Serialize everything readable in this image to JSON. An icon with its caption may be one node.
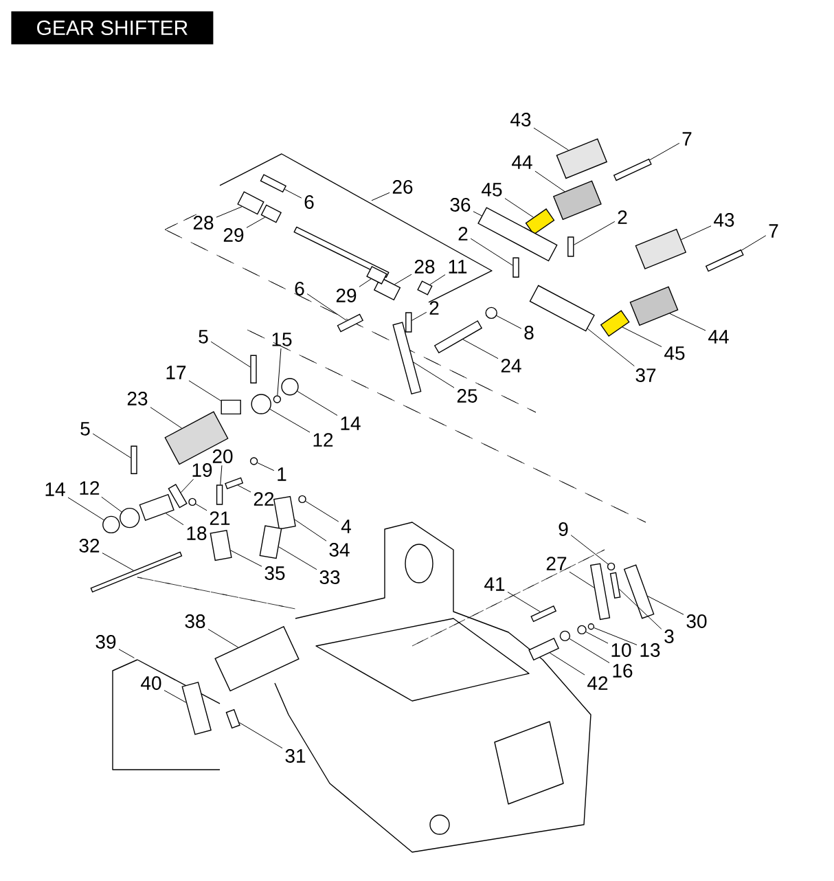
{
  "diagram": {
    "title": "GEAR SHIFTER",
    "nodes": [
      {
        "text": [
          "26"
        ]
      },
      {
        "text": [
          "6"
        ]
      },
      {
        "text": [
          "28"
        ]
      },
      {
        "text": [
          "29"
        ]
      },
      {
        "text": [
          "28"
        ]
      },
      {
        "text": [
          "11"
        ]
      },
      {
        "text": [
          "29"
        ]
      },
      {
        "text": [
          "6"
        ]
      },
      {
        "text": [
          "2"
        ]
      },
      {
        "text": [
          "43"
        ]
      },
      {
        "text": [
          "7"
        ]
      },
      {
        "text": [
          "44"
        ]
      },
      {
        "text": [
          "45"
        ]
      },
      {
        "text": [
          "36"
        ]
      },
      {
        "text": [
          "2"
        ]
      },
      {
        "text": [
          "2"
        ]
      },
      {
        "text": [
          "43"
        ]
      },
      {
        "text": [
          "7"
        ]
      },
      {
        "text": [
          "8"
        ]
      },
      {
        "text": [
          "44"
        ]
      },
      {
        "text": [
          "45"
        ]
      },
      {
        "text": [
          "24"
        ]
      },
      {
        "text": [
          "37"
        ]
      },
      {
        "text": [
          "25"
        ]
      },
      {
        "text": [
          "5"
        ]
      },
      {
        "text": [
          "15"
        ]
      },
      {
        "text": [
          "17"
        ]
      },
      {
        "text": [
          "23"
        ]
      },
      {
        "text": [
          "14"
        ]
      },
      {
        "text": [
          "12"
        ]
      },
      {
        "text": [
          "5"
        ]
      },
      {
        "text": [
          "1"
        ]
      },
      {
        "text": [
          "20"
        ]
      },
      {
        "text": [
          "19"
        ]
      },
      {
        "text": [
          "14"
        ]
      },
      {
        "text": [
          "12"
        ]
      },
      {
        "text": [
          "22"
        ]
      },
      {
        "text": [
          "21"
        ]
      },
      {
        "text": [
          "4"
        ]
      },
      {
        "text": [
          "18"
        ]
      },
      {
        "text": [
          "34"
        ]
      },
      {
        "text": [
          "32"
        ]
      },
      {
        "text": [
          "35"
        ]
      },
      {
        "text": [
          "33"
        ]
      },
      {
        "text": [
          "9"
        ]
      },
      {
        "text": [
          "27"
        ]
      },
      {
        "text": [
          "41"
        ]
      },
      {
        "text": [
          "30"
        ]
      },
      {
        "text": [
          "3"
        ]
      },
      {
        "text": [
          "13"
        ]
      },
      {
        "text": [
          "10"
        ]
      },
      {
        "text": [
          "16"
        ]
      },
      {
        "text": [
          "42"
        ]
      },
      {
        "text": [
          "38"
        ]
      },
      {
        "text": [
          "39"
        ]
      },
      {
        "text": [
          "40"
        ]
      },
      {
        "text": [
          "31"
        ]
      },
      {
        "text": [],
        "shape": "box"
      },
      {
        "text": [],
        "shape": "box"
      },
      {
        "text": [],
        "shape": "box"
      },
      {
        "text": [],
        "shape": "box"
      },
      {
        "text": [],
        "shape": "box"
      },
      {
        "text": [],
        "shape": "box"
      },
      {
        "text": [],
        "shape": "box"
      },
      {
        "text": [],
        "shape": "box"
      },
      {
        "text": [],
        "shape": "box"
      },
      {
        "text": [],
        "shape": "box"
      },
      {
        "text": [],
        "shape": "box"
      },
      {
        "text": [],
        "shape": "box"
      },
      {
        "text": [],
        "shape": "box"
      },
      {
        "text": [],
        "shape": "box"
      },
      {
        "text": [],
        "shape": "box"
      },
      {
        "text": [],
        "shape": "box"
      },
      {
        "text": [],
        "shape": "box"
      },
      {
        "text": [],
        "shape": "circle"
      },
      {
        "text": [],
        "shape": "box"
      },
      {
        "text": [],
        "shape": "box"
      },
      {
        "text": [],
        "shape": "box"
      },
      {
        "text": [],
        "shape": "box"
      },
      {
        "text": [],
        "shape": "box"
      },
      {
        "text": [],
        "shape": "box"
      },
      {
        "text": [],
        "shape": "circle"
      },
      {
        "text": [],
        "shape": "box"
      },
      {
        "text": [],
        "shape": "box"
      },
      {
        "text": [],
        "shape": "circle"
      },
      {
        "text": [],
        "shape": "circle"
      },
      {
        "text": [],
        "shape": "box"
      },
      {
        "text": [],
        "shape": "circle"
      },
      {
        "text": [],
        "shape": "box"
      },
      {
        "text": [],
        "shape": "box"
      },
      {
        "text": [],
        "shape": "circle"
      },
      {
        "text": [],
        "shape": "circle"
      },
      {
        "text": [],
        "shape": "box"
      },
      {
        "text": [],
        "shape": "circle"
      },
      {
        "text": [],
        "shape": "circle"
      },
      {
        "text": [],
        "shape": "box"
      },
      {
        "text": [],
        "shape": "box"
      },
      {
        "text": [],
        "shape": "box"
      },
      {
        "text": [],
        "shape": "box"
      },
      {
        "text": [],
        "shape": "box"
      },
      {
        "text": [],
        "shape": "circle"
      },
      {
        "text": [],
        "shape": "box"
      },
      {
        "text": [],
        "shape": "box"
      },
      {
        "text": [],
        "shape": "box"
      },
      {
        "text": [],
        "shape": "box"
      },
      {
        "text": [],
        "shape": "circle"
      },
      {
        "text": [],
        "shape": "circle"
      },
      {
        "text": [],
        "shape": "circle"
      },
      {
        "text": [],
        "shape": "box"
      },
      {
        "text": [],
        "shape": "box"
      },
      {
        "text": [],
        "shape": "box"
      },
      {
        "text": [],
        "shape": "box"
      }
    ],
    "edges": [
      {
        "from": 0,
        "to": null,
        "arrow": "none"
      },
      {
        "from": 1,
        "to": 57,
        "arrow": "none"
      },
      {
        "from": 2,
        "to": 58,
        "arrow": "none"
      },
      {
        "from": 3,
        "to": 59,
        "arrow": "none"
      },
      {
        "from": 4,
        "to": 60,
        "arrow": "none"
      },
      {
        "from": 5,
        "to": 61,
        "arrow": "none"
      },
      {
        "from": 6,
        "to": 62,
        "arrow": "none"
      },
      {
        "from": 7,
        "to": 63,
        "arrow": "none"
      },
      {
        "from": 8,
        "to": 64,
        "arrow": "none"
      },
      {
        "from": 9,
        "to": 65,
        "arrow": "none"
      },
      {
        "from": 10,
        "to": 66,
        "arrow": "none"
      },
      {
        "from": 11,
        "to": 67,
        "arrow": "none"
      },
      {
        "from": 12,
        "to": 68,
        "arrow": "none"
      },
      {
        "from": 13,
        "to": 69,
        "arrow": "none"
      },
      {
        "from": 14,
        "to": 70,
        "arrow": "none"
      },
      {
        "from": 15,
        "to": 71,
        "arrow": "none"
      },
      {
        "from": 16,
        "to": 72,
        "arrow": "none"
      },
      {
        "from": 17,
        "to": 73,
        "arrow": "none"
      },
      {
        "from": 18,
        "to": 74,
        "arrow": "none"
      },
      {
        "from": 19,
        "to": 75,
        "arrow": "none"
      },
      {
        "from": 20,
        "to": 76,
        "arrow": "none"
      },
      {
        "from": 21,
        "to": 77,
        "arrow": "none"
      },
      {
        "from": 22,
        "to": 78,
        "arrow": "none"
      },
      {
        "from": 23,
        "to": 79,
        "arrow": "none"
      },
      {
        "from": 24,
        "to": 80,
        "arrow": "none"
      },
      {
        "from": 25,
        "to": 81,
        "arrow": "none"
      },
      {
        "from": 26,
        "to": 82,
        "arrow": "none"
      },
      {
        "from": 27,
        "to": 83,
        "arrow": "none"
      },
      {
        "from": 28,
        "to": 84,
        "arrow": "none"
      },
      {
        "from": 29,
        "to": 85,
        "arrow": "none"
      },
      {
        "from": 30,
        "to": 86,
        "arrow": "none"
      },
      {
        "from": 31,
        "to": 87,
        "arrow": "none"
      },
      {
        "from": 32,
        "to": 88,
        "arrow": "none"
      },
      {
        "from": 33,
        "to": 89,
        "arrow": "none"
      },
      {
        "from": 34,
        "to": 90,
        "arrow": "none"
      },
      {
        "from": 35,
        "to": 91,
        "arrow": "none"
      },
      {
        "from": 36,
        "to": 92,
        "arrow": "none"
      },
      {
        "from": 37,
        "to": 93,
        "arrow": "none"
      },
      {
        "from": 38,
        "to": 94,
        "arrow": "none"
      },
      {
        "from": 39,
        "to": 95,
        "arrow": "none"
      },
      {
        "from": 40,
        "to": 96,
        "arrow": "none"
      },
      {
        "from": 41,
        "to": 97,
        "arrow": "none"
      },
      {
        "from": 42,
        "to": 98,
        "arrow": "none"
      },
      {
        "from": 43,
        "to": 99,
        "arrow": "none"
      },
      {
        "from": 44,
        "to": 100,
        "arrow": "none"
      },
      {
        "from": 45,
        "to": 101,
        "arrow": "none"
      },
      {
        "from": 46,
        "to": 102,
        "arrow": "none"
      },
      {
        "from": 47,
        "to": 103,
        "arrow": "none"
      },
      {
        "from": 48,
        "to": 104,
        "arrow": "none"
      },
      {
        "from": 49,
        "to": 105,
        "arrow": "none"
      },
      {
        "from": 50,
        "to": 106,
        "arrow": "none"
      },
      {
        "from": 51,
        "to": 107,
        "arrow": "none"
      },
      {
        "from": 52,
        "to": 108,
        "arrow": "none"
      },
      {
        "from": 53,
        "to": 109,
        "arrow": "none"
      },
      {
        "from": 54,
        "to": null,
        "arrow": "none"
      },
      {
        "from": 55,
        "to": 110,
        "arrow": "none"
      },
      {
        "from": 56,
        "to": 111,
        "arrow": "none"
      }
    ]
  }
}
